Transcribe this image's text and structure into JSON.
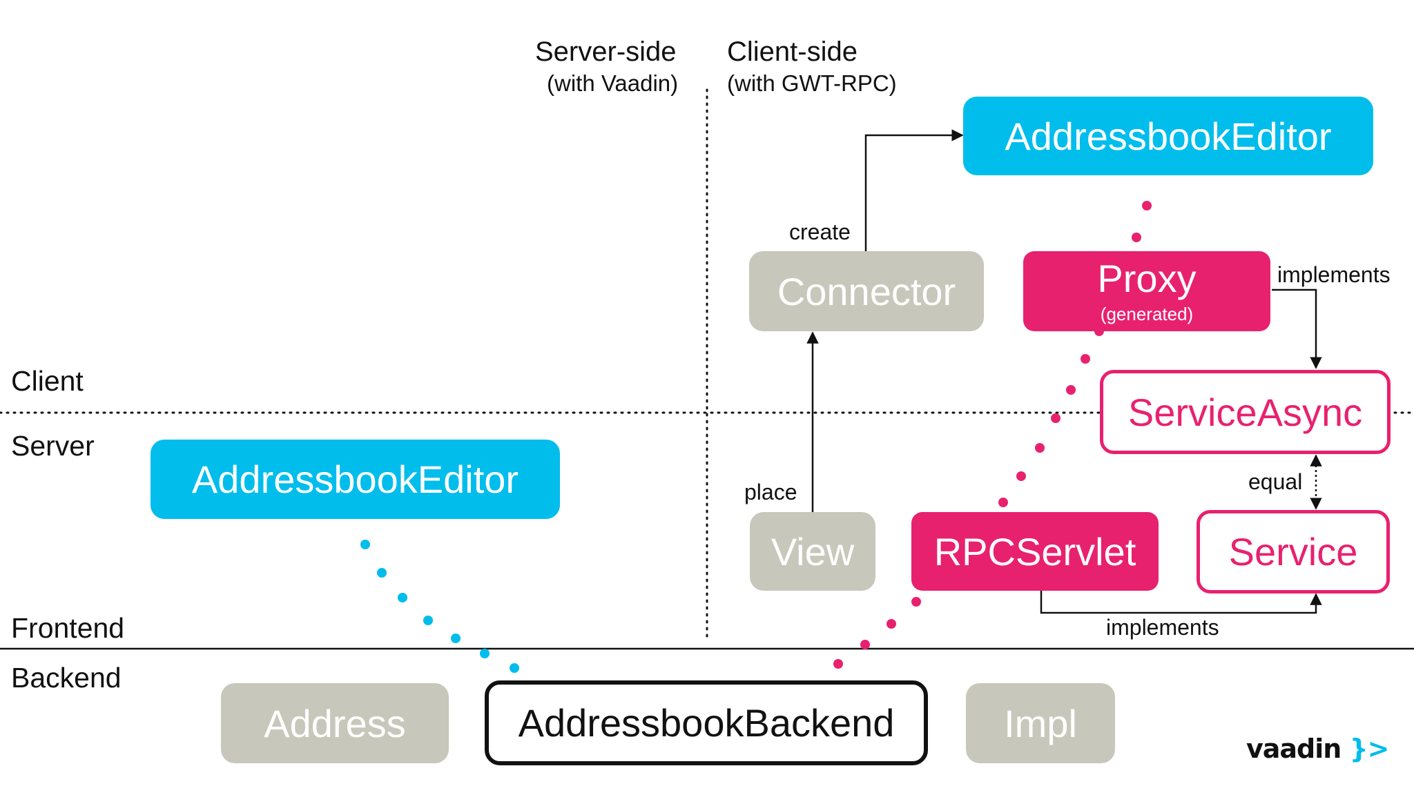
{
  "zones": {
    "client": "Client",
    "server": "Server",
    "frontend": "Frontend",
    "backend": "Backend"
  },
  "columns": {
    "server_side": {
      "title": "Server-side",
      "subtitle": "(with Vaadin)"
    },
    "client_side": {
      "title": "Client-side",
      "subtitle": "(with GWT-RPC)"
    }
  },
  "nodes": {
    "server_editor": "AddressbookEditor",
    "client_editor": "AddressbookEditor",
    "connector": "Connector",
    "proxy": {
      "label": "Proxy",
      "note": "(generated)"
    },
    "service_async": "ServiceAsync",
    "view": "View",
    "rpc_servlet": "RPCServlet",
    "service": "Service",
    "address": "Address",
    "backend": "AddressbookBackend",
    "impl": "Impl"
  },
  "edges": {
    "create": "create",
    "place": "place",
    "implements_proxy": "implements",
    "equal": "equal",
    "implements_servlet": "implements"
  },
  "logo": {
    "text": "vaadin",
    "mark": "}>"
  },
  "colors": {
    "vaadin_blue": "#00bdec",
    "gwt_pink": "#e8216f",
    "neutral_grey": "#c8c7bb",
    "ink": "#111111"
  }
}
